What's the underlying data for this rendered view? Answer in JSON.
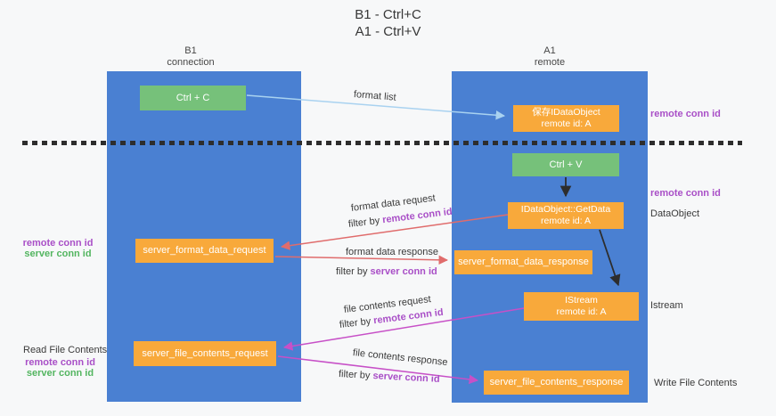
{
  "title": {
    "line1": "B1 - Ctrl+C",
    "line2": "A1 - Ctrl+V"
  },
  "columns": {
    "left": {
      "name": "B1",
      "role": "connection"
    },
    "right": {
      "name": "A1",
      "role": "remote"
    }
  },
  "nodes": {
    "ctrl_c": "Ctrl + C",
    "save_idataobject": {
      "line1": "保存IDataObject",
      "line2": "remote id: A"
    },
    "ctrl_v": "Ctrl + V",
    "getdata": {
      "line1": "IDataObject::GetData",
      "line2": "remote id: A"
    },
    "format_request": "server_format_data_request",
    "format_response": "server_format_data_response",
    "istream": {
      "line1": "IStream",
      "line2": "remote id: A"
    },
    "file_request": "server_file_contents_request",
    "file_response": "server_file_contents_response"
  },
  "edge_labels": {
    "format_list": "format list",
    "format_data_request": "format data request",
    "format_data_response": "format data response",
    "file_contents_request": "file contents request",
    "file_contents_response": "file contents response",
    "filter_by": "filter by",
    "remote_conn_id": "remote conn id",
    "server_conn_id": "server conn id"
  },
  "side_labels": {
    "remote_conn_id": "remote conn id",
    "server_conn_id": "server conn id",
    "dataobject": "DataObject",
    "istream": "Istream",
    "read_file_contents": "Read File Contents",
    "write_file_contents": "Write File Contents"
  },
  "colors": {
    "column_blue": "#4A80D2",
    "box_orange": "#F8A93B",
    "box_green": "#76C17A",
    "purple_text": "#A94FC7",
    "green_text": "#53B560",
    "arrow_blue": "#A9D2F0",
    "arrow_red": "#E06C6C",
    "arrow_magenta": "#C750C7",
    "arrow_black": "#2d2d2d"
  }
}
